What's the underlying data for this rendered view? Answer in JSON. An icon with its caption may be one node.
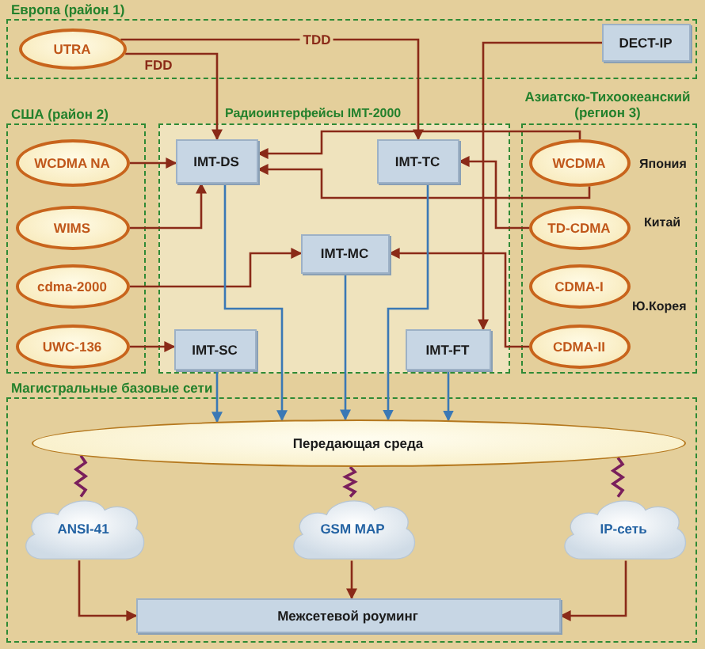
{
  "diagram": {
    "nodes": [
      {
        "text": [
          "Европа (район 1)"
        ]
      },
      {
        "text": [
          "UTRA"
        ],
        "in": 0
      },
      {
        "text": [
          "DECT-IP"
        ],
        "in": 0
      },
      {
        "text": [
          "США (район 2)"
        ]
      },
      {
        "text": [
          "WCDMA NA"
        ],
        "in": 3
      },
      {
        "text": [
          "WIMS"
        ],
        "in": 3
      },
      {
        "text": [
          "cdma-2000"
        ],
        "in": 3
      },
      {
        "text": [
          "UWC-136"
        ],
        "in": 3
      },
      {
        "text": [
          "Радиоинтерфейсы IMT-2000"
        ]
      },
      {
        "text": [
          "IMT-DS"
        ],
        "in": 8
      },
      {
        "text": [
          "IMT-TC"
        ],
        "in": 8
      },
      {
        "text": [
          "IMT-MC"
        ],
        "in": 8
      },
      {
        "text": [
          "IMT-SC"
        ],
        "in": 8
      },
      {
        "text": [
          "IMT-FT"
        ],
        "in": 8
      },
      {
        "text": [
          "Азиатско-Тихоокеанский (регион 3)"
        ]
      },
      {
        "text": [
          "WCDMA"
        ],
        "in": 14,
        "beside": [
          "Япония"
        ]
      },
      {
        "text": [
          "TD-CDMA"
        ],
        "in": 14,
        "beside": [
          "Китай"
        ]
      },
      {
        "text": [
          "CDMA-I"
        ],
        "in": 14
      },
      {
        "text": [
          "CDMA-II"
        ],
        "in": 14
      },
      {
        "text": [
          "Магистральные базовые сети"
        ]
      },
      {
        "text": [
          "Передающая среда"
        ],
        "in": 19
      },
      {
        "text": [
          "ANSI-41"
        ],
        "in": 19
      },
      {
        "text": [
          "GSM MAP"
        ],
        "in": 19
      },
      {
        "text": [
          "IP-сеть"
        ],
        "in": 19
      },
      {
        "text": [
          "Межсетевой роуминг"
        ],
        "in": 19
      }
    ],
    "edges": [
      {
        "from": 1,
        "to": 9,
        "arrow": "to",
        "label": "FDD"
      },
      {
        "from": 1,
        "to": 10,
        "arrow": "to",
        "label": "TDD"
      },
      {
        "from": 2,
        "to": 13,
        "arrow": "to"
      },
      {
        "from": 4,
        "to": 9,
        "arrow": "to"
      },
      {
        "from": 5,
        "to": 9,
        "arrow": "to"
      },
      {
        "from": 15,
        "to": 9,
        "arrow": "to"
      },
      {
        "from": 15,
        "to": 9,
        "arrow": "to"
      },
      {
        "from": 16,
        "to": 10,
        "arrow": "to"
      },
      {
        "from": 6,
        "to": 11,
        "arrow": "to"
      },
      {
        "from": 18,
        "to": 11,
        "arrow": "to"
      },
      {
        "from": 7,
        "to": 12,
        "arrow": "to"
      },
      {
        "from": 9,
        "to": 20,
        "arrow": "to",
        "color": "#3a78b5"
      },
      {
        "from": 10,
        "to": 20,
        "arrow": "to",
        "color": "#3a78b5"
      },
      {
        "from": 11,
        "to": 20,
        "arrow": "to",
        "color": "#3a78b5"
      },
      {
        "from": 12,
        "to": 20,
        "arrow": "to",
        "color": "#3a78b5"
      },
      {
        "from": 13,
        "to": 20,
        "arrow": "to",
        "color": "#3a78b5"
      },
      {
        "from": 20,
        "to": 21,
        "arrow": "none",
        "color": "#7a1f5c"
      },
      {
        "from": 20,
        "to": 22,
        "arrow": "none",
        "color": "#7a1f5c"
      },
      {
        "from": 20,
        "to": 23,
        "arrow": "none",
        "color": "#7a1f5c"
      },
      {
        "from": 21,
        "to": 24,
        "arrow": "to"
      },
      {
        "from": 22,
        "to": 24,
        "arrow": "to"
      },
      {
        "from": 23,
        "to": 24,
        "arrow": "to"
      }
    ],
    "labels": [
      "Ю.Корея"
    ]
  }
}
